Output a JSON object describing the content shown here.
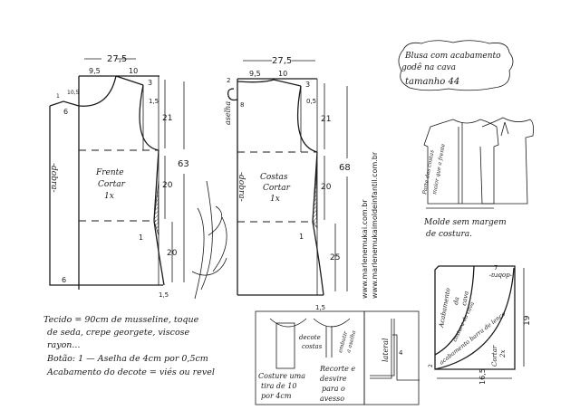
{
  "front": {
    "width_total": "27,5",
    "neck_width": "9,5",
    "shoulder": "10",
    "shoulder_drop": "3",
    "armhole_depth_mark": "1,5",
    "armhole_height": "21",
    "total_length": "63",
    "waist_section": "20",
    "hip_section": "20",
    "side_in": "1",
    "hem_out": "1,5",
    "neck_depth": "10,5",
    "fold_ext_top": "6",
    "fold_ext_bottom": "6",
    "neck_small": "1",
    "fold_label": "-dobra-",
    "title": "Frente",
    "cut": "Cortar",
    "qty": "1x"
  },
  "back": {
    "width_total": "27,5",
    "neck_width": "9,5",
    "shoulder": "10",
    "shoulder_drop": "3",
    "armhole_mark": "0,5",
    "armhole_height": "21",
    "total_length": "68",
    "waist_section": "20",
    "hip_section": "25",
    "side_in": "1",
    "hem_out": "1,5",
    "loop_top": "2",
    "loop_len": "8",
    "loop_label": "aselha",
    "fold_label": "-dobra-",
    "title": "Costas",
    "cut": "Cortar",
    "qty": "1x"
  },
  "websites": [
    "www.marlenemukai.com.br",
    "www.marlenemukaimoldeinfantil.com.br"
  ],
  "title_cloud": [
    "Blusa com acabamento",
    "godê na cava",
    "tamanho 44"
  ],
  "sketch": {
    "note": [
      "Parte das costas",
      "maior que a frente"
    ],
    "caption": [
      "Molde sem margem",
      "de costura."
    ]
  },
  "materials": [
    "Tecido = 90cm de musseline, toque",
    "de seda, crepe georgete, viscose",
    "rayon...",
    "Botão: 1 — Aselha de 4cm por 0,5cm",
    "Acabamento do decote = viés ou revel"
  ],
  "loop_box": {
    "step1": [
      "Costure uma",
      "tira de 10",
      "por 4cm"
    ],
    "decote": [
      "decote",
      "costas"
    ],
    "embutir": [
      "embutir",
      "a aselha"
    ],
    "step2": [
      "Recorte e",
      "desvire",
      "para o",
      "avesso"
    ]
  },
  "side_box": {
    "label": "lateral",
    "measure": "4"
  },
  "godet": {
    "top": "7",
    "fold": "-dobra-",
    "height": "19",
    "width": "16,5",
    "corner": "2",
    "label": [
      "Acabamento",
      "da",
      "cava"
    ],
    "seam": "costura da cava",
    "hem": "acabamento barra de lenço",
    "cut": [
      "Cortar",
      "2x"
    ]
  }
}
